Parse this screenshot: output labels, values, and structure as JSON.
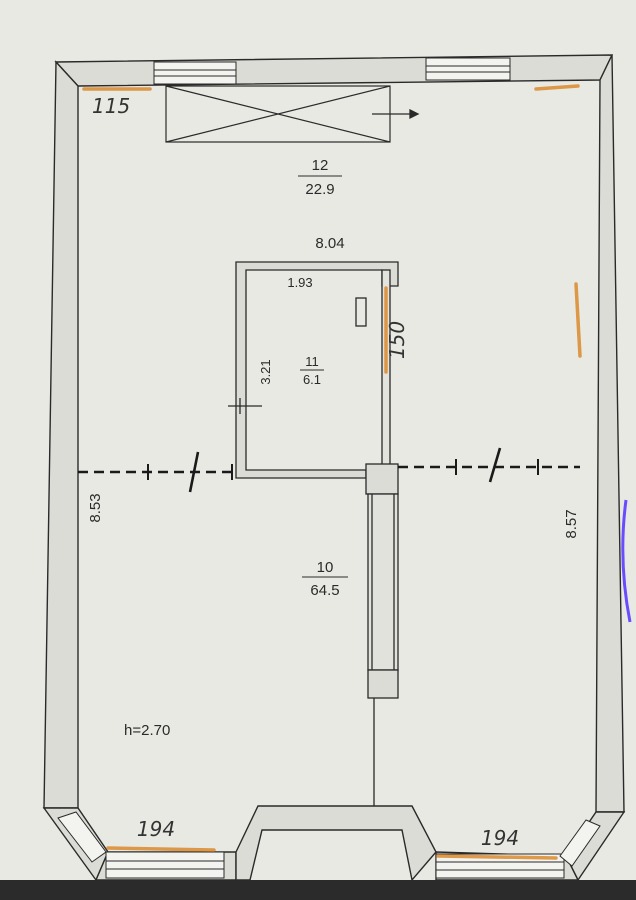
{
  "rooms": [
    {
      "number": "12",
      "area": "22.9"
    },
    {
      "number": "11",
      "area": "6.1"
    },
    {
      "number": "10",
      "area": "64.5"
    }
  ],
  "dimensions": {
    "closet_width": "8.04",
    "closet_inner": "1.93",
    "closet_height": "3.21",
    "left_length": "8.53",
    "right_length": "8.57",
    "ceiling_height": "h=2.70"
  },
  "handwritten": {
    "top_left": "115",
    "closet_side": "150",
    "bottom_left": "194",
    "bottom_right": "194"
  },
  "colors": {
    "paper": "#e9e9e4",
    "wall_fill": "#dcdcd6",
    "line": "#2a2a2a",
    "highlight": "#d98a2b",
    "edge_mark": "#6a4cff"
  }
}
